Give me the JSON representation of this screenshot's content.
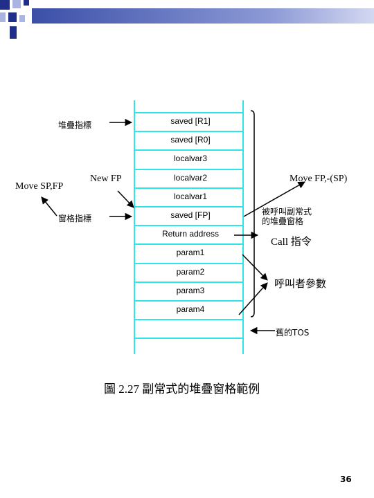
{
  "slide": {
    "page_number": "36",
    "caption": "圖 2.27  副常式的堆疊窗格範例"
  },
  "stack": {
    "cells": [
      "saved [R1]",
      "saved [R0]",
      "localvar3",
      "localvar2",
      "localvar1",
      "saved [FP]",
      "Return address",
      "param1",
      "param2",
      "param3",
      "param4",
      ""
    ]
  },
  "labels": {
    "stack_pointer": "堆疊指標",
    "frame_pointer": "窗格指標",
    "move_sp_fp": "Move SP,FP",
    "new_fp": "New FP",
    "move_fp_sp": "Move FP,-(SP)",
    "callee_frame_line1": "被呼叫副常式",
    "callee_frame_line2": "的堆疊窗格",
    "call_instr": "Call 指令",
    "caller_params": "呼叫者參數",
    "old_tos": "舊的TOS"
  },
  "colors": {
    "stack_border": "#2ee6e6",
    "header_bar": "#5b6dbd",
    "header_square_dark": "#1f2f8a",
    "header_square_light": "#aab4e0"
  }
}
